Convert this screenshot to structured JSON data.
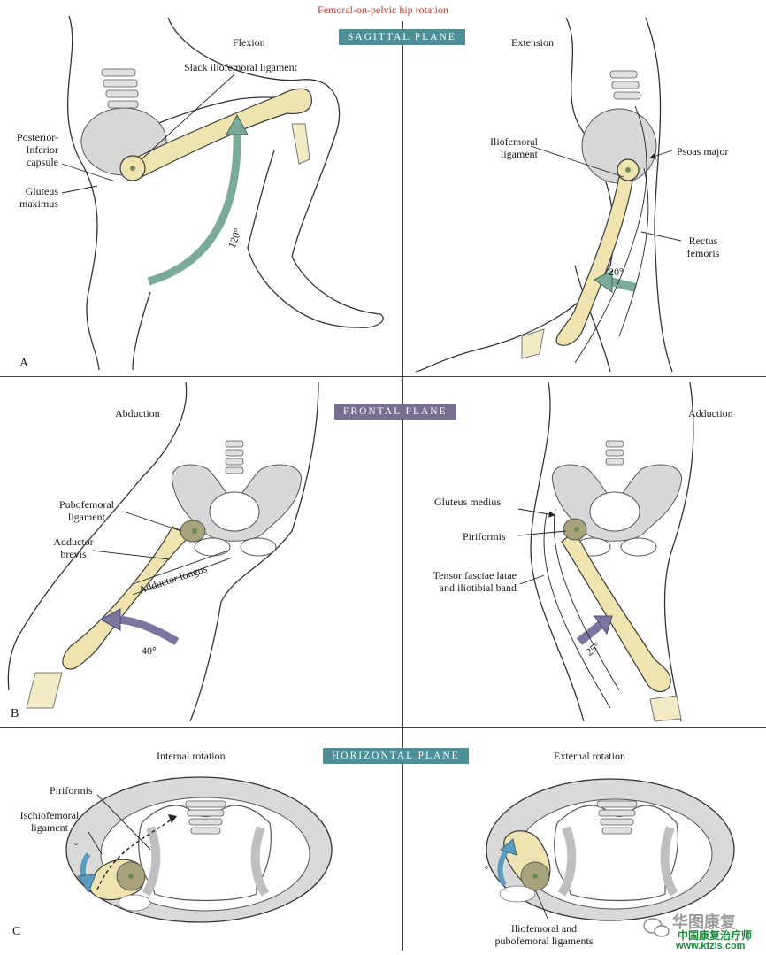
{
  "title": "Femoral-on-pelvic hip rotation",
  "planes": {
    "sagittal": "SAGITTAL PLANE",
    "frontal": "FRONTAL PLANE",
    "horizontal": "HORIZONTAL PLANE"
  },
  "panel_a": {
    "letter": "A",
    "left_heading": "Flexion",
    "right_heading": "Extension",
    "labels": {
      "slack_ligament": "Slack iliofemoral ligament",
      "posterior_capsule": "Posterior-\nInferior\ncapsule",
      "gluteus_maximus": "Gluteus\nmaximus",
      "iliofemoral": "Iliofemoral\nligament",
      "psoas": "Psoas major",
      "rectus": "Rectus\nfemoris"
    },
    "angles": {
      "flexion": "120°",
      "extension": "20°"
    }
  },
  "panel_b": {
    "letter": "B",
    "left_heading": "Abduction",
    "right_heading": "Adduction",
    "labels": {
      "pubofemoral": "Pubofemoral\nligament",
      "adductor_brevis": "Adductor\nbrevis",
      "adductor_longus": "Adductor longus",
      "gluteus_medius": "Gluteus medius",
      "piriformis": "Piriformis",
      "tensor": "Tensor fasciae latae\nand iliotibial band"
    },
    "angles": {
      "abduction": "40°",
      "adduction": "25°"
    }
  },
  "panel_c": {
    "letter": "C",
    "left_heading": "Internal rotation",
    "right_heading": "External rotation",
    "labels": {
      "piriformis": "Piriformis",
      "ischiofemoral": "Ischiofemoral\nligament",
      "iliofemoral_pubofemoral": "Iliofemoral and\npubofemoral ligaments"
    },
    "angles": {
      "internal": "°",
      "external": "°"
    }
  },
  "watermark": {
    "brand": "华图康复",
    "site_cn": "中国康复治疗师",
    "url": "www.kfzls.com"
  },
  "colors": {
    "bone": "#efe3b0",
    "bone_stroke": "#3a3a3a",
    "pelvis": "#d8d8d8",
    "teal_arrow": "#7aab98",
    "purple_arrow": "#7b76a0",
    "blue_arrow": "#5a9bc0",
    "capsule": "#a9a27a",
    "title_red": "#c0392b"
  }
}
